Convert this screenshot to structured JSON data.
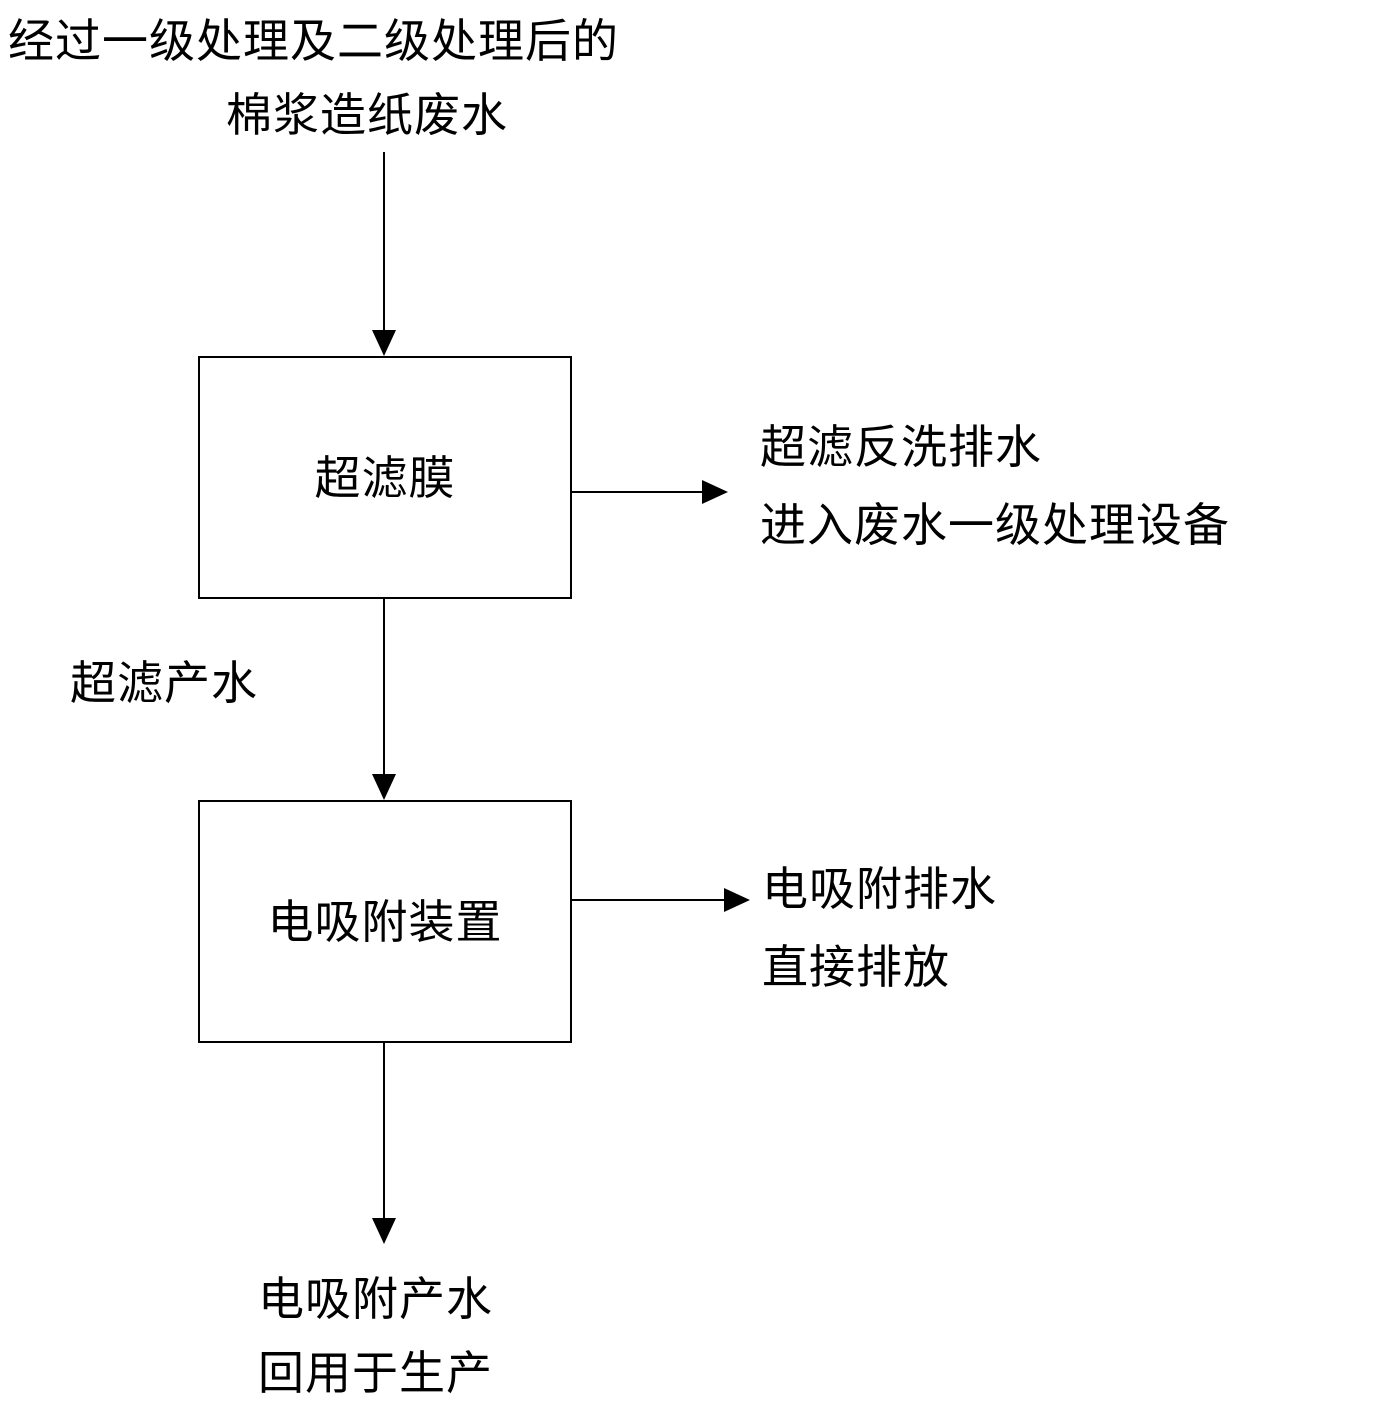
{
  "input": {
    "line1": "经过一级处理及二级处理后的",
    "line2": "棉浆造纸废水"
  },
  "boxes": {
    "ultrafiltration": "超滤膜",
    "electrosorption": "电吸附装置"
  },
  "labels": {
    "uf_product": "超滤产水",
    "uf_backwash_line1": "超滤反洗排水",
    "uf_backwash_line2": "进入废水一级处理设备",
    "eds_drain_line1": "电吸附排水",
    "eds_drain_line2": "直接排放",
    "eds_product_line1": "电吸附产水",
    "eds_product_line2": "回用于生产"
  }
}
